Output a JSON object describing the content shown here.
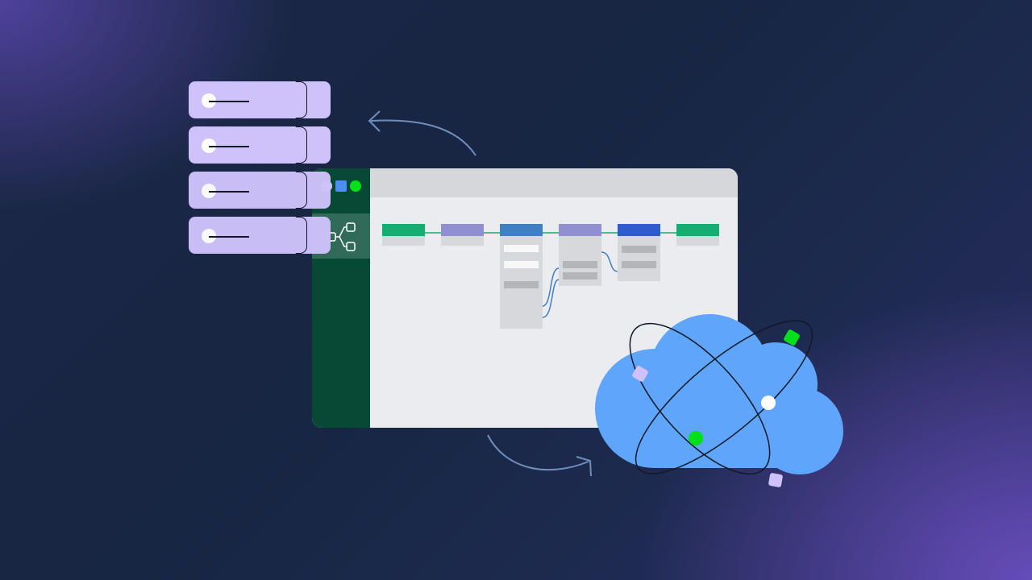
{
  "colors": {
    "server_fill": "#cfc2fb",
    "sidebar": "#064a36",
    "window_canvas": "#ebecef",
    "window_titlebar": "#d6d7da",
    "cloud": "#5ea5fb",
    "accent_green": "#00e01a",
    "node_green": "#16ad71",
    "node_purple": "#8f8fd2",
    "node_blue": "#3f7fc2",
    "node_darkblue": "#2f5ccc",
    "arrow": "#6e8fbd"
  },
  "icons": {
    "window_controls": [
      "purple-circle-icon",
      "blue-square-icon",
      "green-circle-icon"
    ],
    "nav": "workflow-tree-icon"
  },
  "servers": [
    "server-1",
    "server-2",
    "server-3",
    "server-4"
  ]
}
